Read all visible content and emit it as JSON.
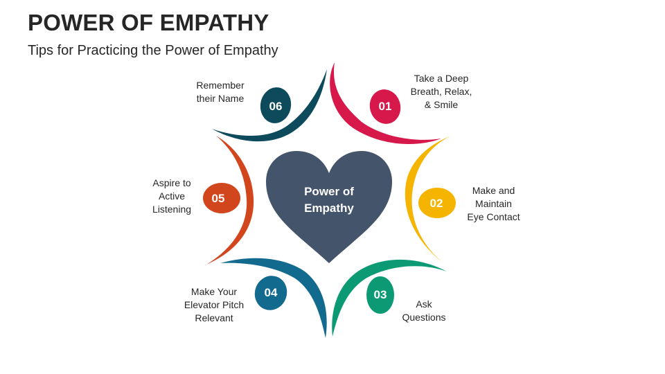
{
  "header": {
    "title": "POWER OF EMPATHY",
    "subtitle": "Tips for Practicing the Power of Empathy"
  },
  "center": {
    "line1": "Power of",
    "line2": "Empathy",
    "color": "#44546A"
  },
  "tips": [
    {
      "number": "01",
      "lines": [
        "Take a Deep",
        "Breath, Relax,",
        "& Smile"
      ],
      "color": "#D6184A"
    },
    {
      "number": "02",
      "lines": [
        "Make and",
        "Maintain",
        "Eye Contact"
      ],
      "color": "#F4B400"
    },
    {
      "number": "03",
      "lines": [
        "Ask",
        "Questions"
      ],
      "color": "#0C9A74"
    },
    {
      "number": "04",
      "lines": [
        "Make Your",
        "Elevator Pitch",
        "Relevant"
      ],
      "color": "#136A8F"
    },
    {
      "number": "05",
      "lines": [
        "Aspire to",
        "Active",
        "Listening"
      ],
      "color": "#D2461E"
    },
    {
      "number": "06",
      "lines": [
        "Remember",
        "their Name"
      ],
      "color": "#0D4A5C"
    }
  ]
}
